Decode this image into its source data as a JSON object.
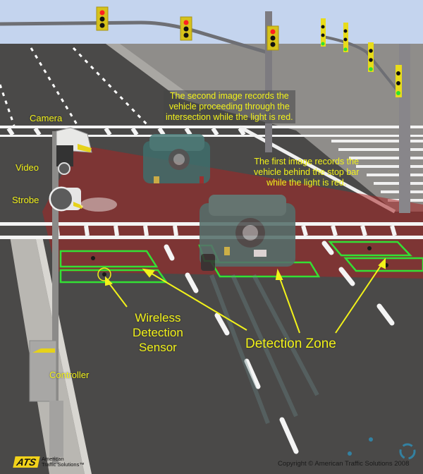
{
  "diagram": {
    "title": "Red light camera intersection detection system",
    "colors": {
      "label_text": "#f2f21a",
      "detection_zone_outline": "#34e034",
      "camera_beam": "#a82424",
      "road": "#4a4948",
      "sidewalk": "#8f8d8a",
      "sky": "#c4d4ee",
      "signal_housing": "#d6c21a"
    },
    "captions": {
      "second_image": [
        "The second image records the",
        "vehicle proceeding through the",
        "intersection while the light is red."
      ],
      "first_image": [
        "The first image records the",
        "vehicle behind the stop bar",
        "while the light is red."
      ]
    },
    "labels": {
      "camera": "Camera",
      "video": "Video",
      "strobe": "Strobe",
      "sensor": [
        "Wireless",
        "Detection",
        "Sensor"
      ],
      "detection_zone": "Detection Zone",
      "controller": "Controller"
    },
    "traffic_signals": [
      {
        "position": "overhead-left-1",
        "active": "red"
      },
      {
        "position": "overhead-left-2",
        "active": "red"
      },
      {
        "position": "pole-center",
        "active": "red"
      },
      {
        "position": "right-1",
        "active": "green"
      },
      {
        "position": "right-2",
        "active": "green"
      },
      {
        "position": "right-3",
        "active": "green"
      },
      {
        "position": "right-4",
        "active": "green"
      }
    ],
    "branding": {
      "logo": "ATS",
      "company_line1": "American",
      "company_line2": "Traffic Solutions™",
      "copyright": "Copyright © American Traffic Solutions 2008"
    }
  }
}
